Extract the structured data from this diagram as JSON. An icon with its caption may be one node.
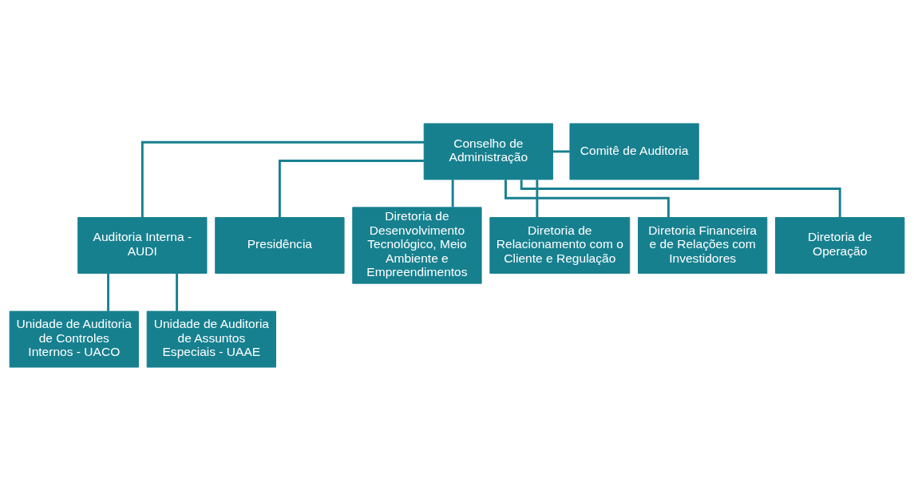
{
  "diagram": {
    "nodes": [
      {
        "text": [
          "Conselho de Administração"
        ]
      },
      {
        "text": [
          "Comitê de Auditoria"
        ]
      },
      {
        "text": [
          "Auditoria Interna - AUDI"
        ]
      },
      {
        "text": [
          "Unidade de Auditoria de Controles Internos - UACO"
        ]
      },
      {
        "text": [
          "Unidade de Auditoria de Assuntos Especiais - UAAE"
        ]
      },
      {
        "text": [
          "Presidência"
        ]
      },
      {
        "text": [
          "Diretoria de Desenvolvimento Tecnológico, Meio Ambiente e Empreendimentos"
        ]
      },
      {
        "text": [
          "Diretoria de Relacionamento com o Cliente e Regulação"
        ]
      },
      {
        "text": [
          "Diretoria Financeira e de Relações com Investidores"
        ]
      },
      {
        "text": [
          "Diretoria de Operação"
        ]
      }
    ],
    "edges": [
      {
        "from": 0,
        "to": 1,
        "arrow": "none"
      },
      {
        "from": 0,
        "to": 2,
        "arrow": "none"
      },
      {
        "from": 2,
        "to": 3,
        "arrow": "none"
      },
      {
        "from": 2,
        "to": 4,
        "arrow": "none"
      },
      {
        "from": 0,
        "to": 5,
        "arrow": "none"
      },
      {
        "from": 0,
        "to": 6,
        "arrow": "none"
      },
      {
        "from": 0,
        "to": 7,
        "arrow": "none"
      },
      {
        "from": 0,
        "to": 8,
        "arrow": "none"
      },
      {
        "from": 0,
        "to": 9,
        "arrow": "none"
      }
    ]
  }
}
